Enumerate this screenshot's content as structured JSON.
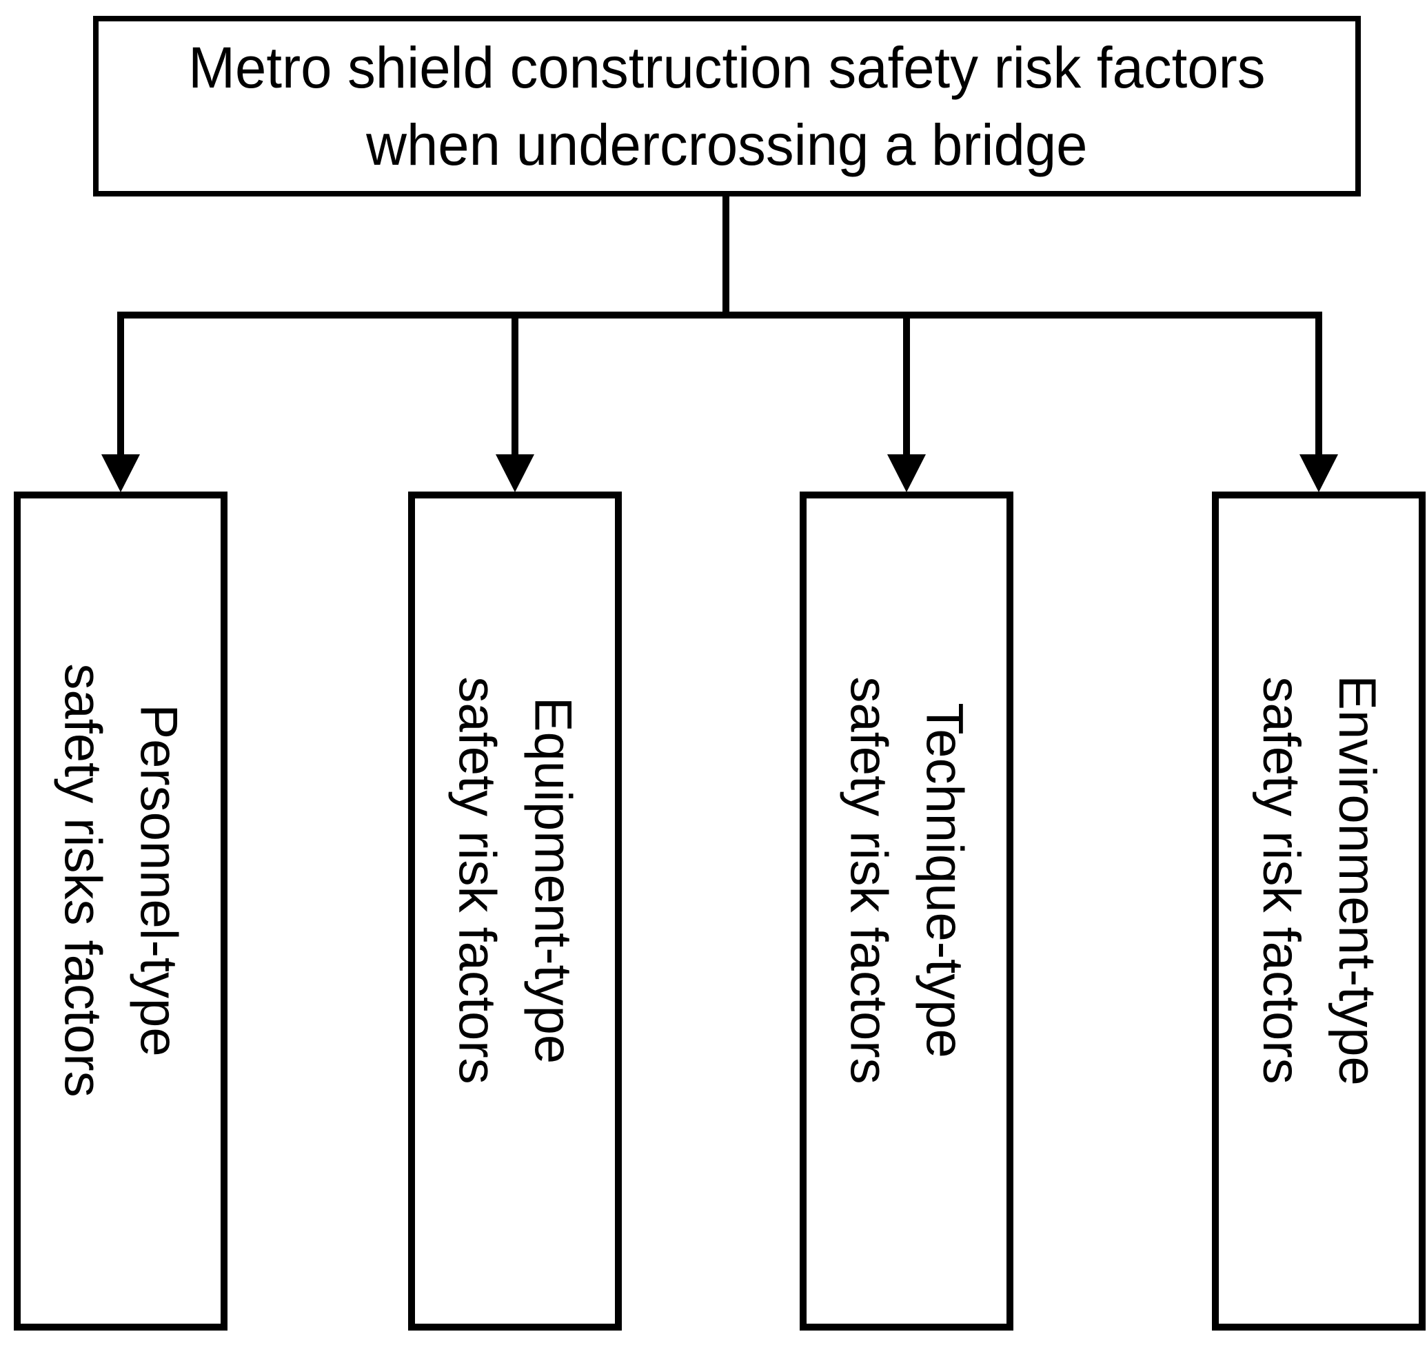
{
  "diagram": {
    "title": {
      "line1": "Metro shield construction safety risk factors",
      "line2": "when undercrossing a bridge"
    },
    "categories": [
      {
        "line1": "Personnel-type",
        "line2": "safety risks factors"
      },
      {
        "line1": "Equipment-type",
        "line2": "safety risk factors"
      },
      {
        "line1": "Technique-type",
        "line2": "safety risk factors"
      },
      {
        "line1": "Environment-type",
        "line2": "safety risk factors"
      }
    ],
    "colors": {
      "background": "#ffffff",
      "line": "#000000",
      "text": "#000000"
    }
  }
}
